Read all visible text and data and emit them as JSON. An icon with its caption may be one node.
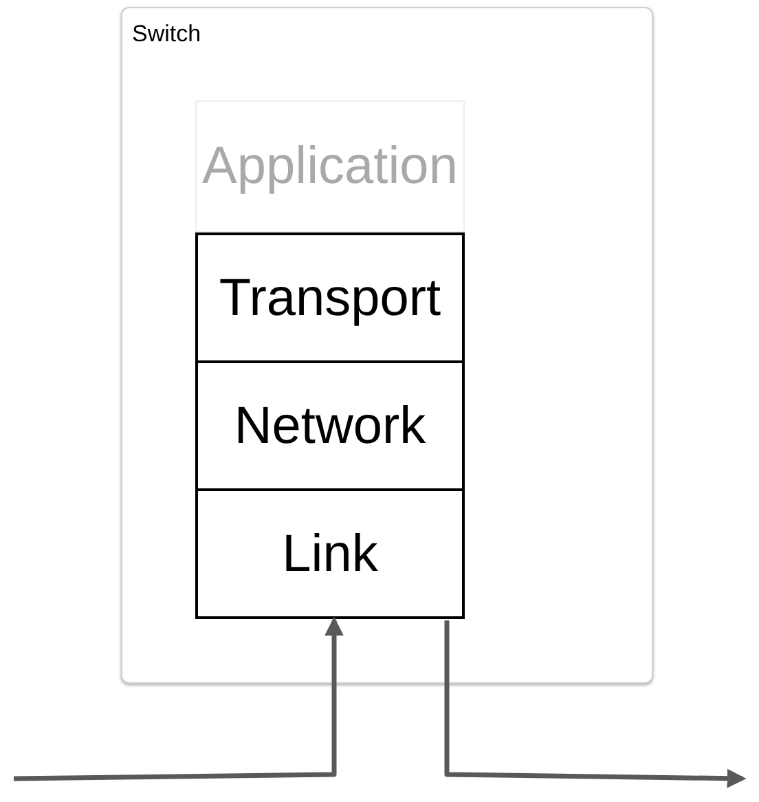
{
  "diagram": {
    "nodes": [
      {
        "text": [
          "Switch"
        ]
      },
      {
        "text": [
          "Application"
        ],
        "in": 0
      },
      {
        "text": [
          "Transport"
        ],
        "in": 0
      },
      {
        "text": [
          "Network"
        ],
        "in": 0
      },
      {
        "text": [
          "Link"
        ],
        "in": 0
      }
    ],
    "edges": [
      {
        "from": null,
        "to": 4,
        "arrow": "to"
      },
      {
        "from": 4,
        "to": null,
        "arrow": "to"
      }
    ]
  }
}
